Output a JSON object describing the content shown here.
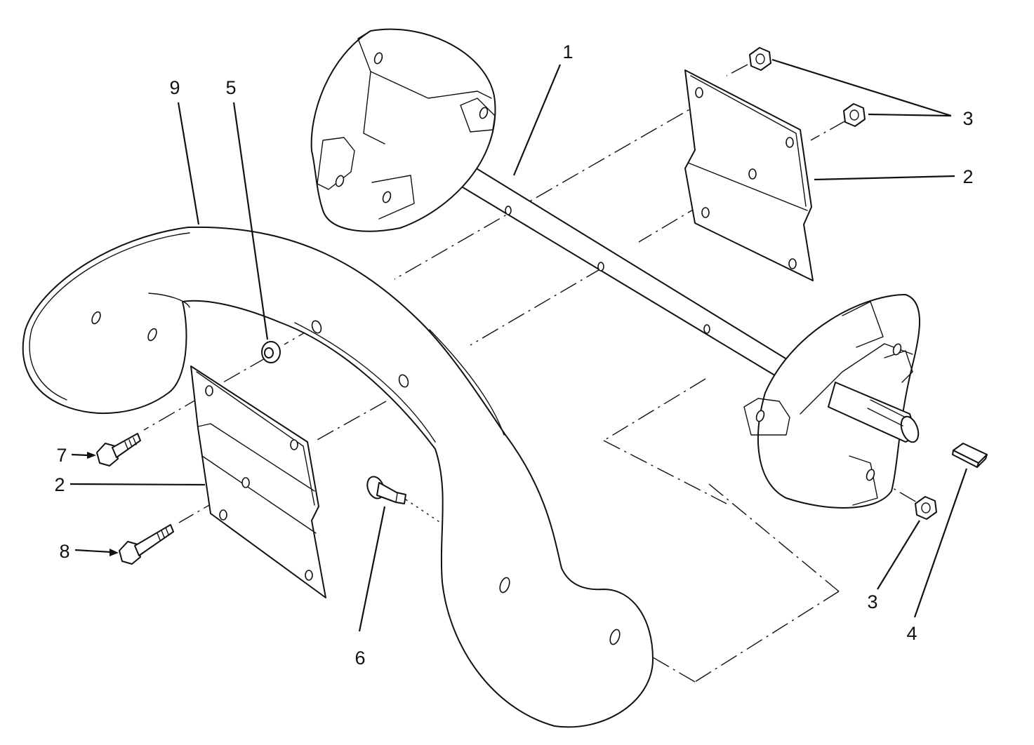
{
  "diagram": {
    "callouts": [
      {
        "id": "c1",
        "text": "1"
      },
      {
        "id": "c9",
        "text": "9"
      },
      {
        "id": "c5",
        "text": "5"
      },
      {
        "id": "c3a",
        "text": "3"
      },
      {
        "id": "c2a",
        "text": "2"
      },
      {
        "id": "c7",
        "text": "7"
      },
      {
        "id": "c2b",
        "text": "2"
      },
      {
        "id": "c8",
        "text": "8"
      },
      {
        "id": "c6",
        "text": "6"
      },
      {
        "id": "c3b",
        "text": "3"
      },
      {
        "id": "c4",
        "text": "4"
      }
    ]
  }
}
